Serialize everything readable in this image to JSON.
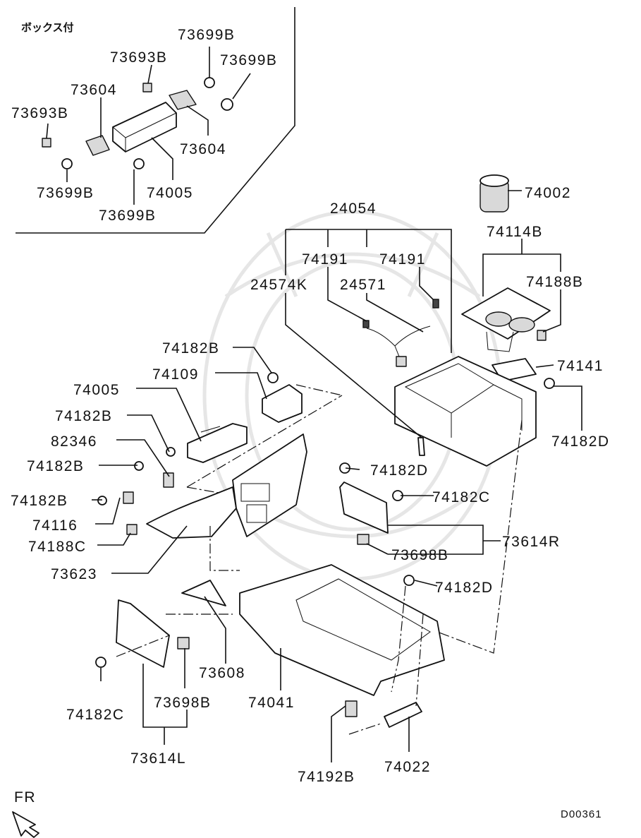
{
  "inset": {
    "title": "ボックス付"
  },
  "labels": {
    "p73699B_a": "73699B",
    "p73693B_a": "73693B",
    "p73699B_b": "73699B",
    "p73604_a": "73604",
    "p73693B_b": "73693B",
    "p73604_b": "73604",
    "p73699B_c": "73699B",
    "p74005_a": "74005",
    "p73699B_d": "73699B",
    "p74002": "74002",
    "p24054": "24054",
    "p74114B": "74114B",
    "p74191_a": "74191",
    "p74191_b": "74191",
    "p24574K": "24574K",
    "p24571": "24571",
    "p74188B": "74188B",
    "p74182B_a": "74182B",
    "p74141": "74141",
    "p74109": "74109",
    "p74005_b": "74005",
    "p74182D_a": "74182D",
    "p74182B_b": "74182B",
    "p82346": "82346",
    "p74182B_c": "74182B",
    "p74182D_b": "74182D",
    "p74182B_d": "74182B",
    "p74182C_a": "74182C",
    "p74116": "74116",
    "p74188C": "74188C",
    "p73614R": "73614R",
    "p73698B_a": "73698B",
    "p73623": "73623",
    "p74182D_c": "74182D",
    "p73608": "73608",
    "p74182C_b": "74182C",
    "p73698B_b": "73698B",
    "p74041": "74041",
    "p73614L": "73614L",
    "p74192B": "74192B",
    "p74022": "74022"
  },
  "direction_label": "FR",
  "diagram_id": "D00361"
}
